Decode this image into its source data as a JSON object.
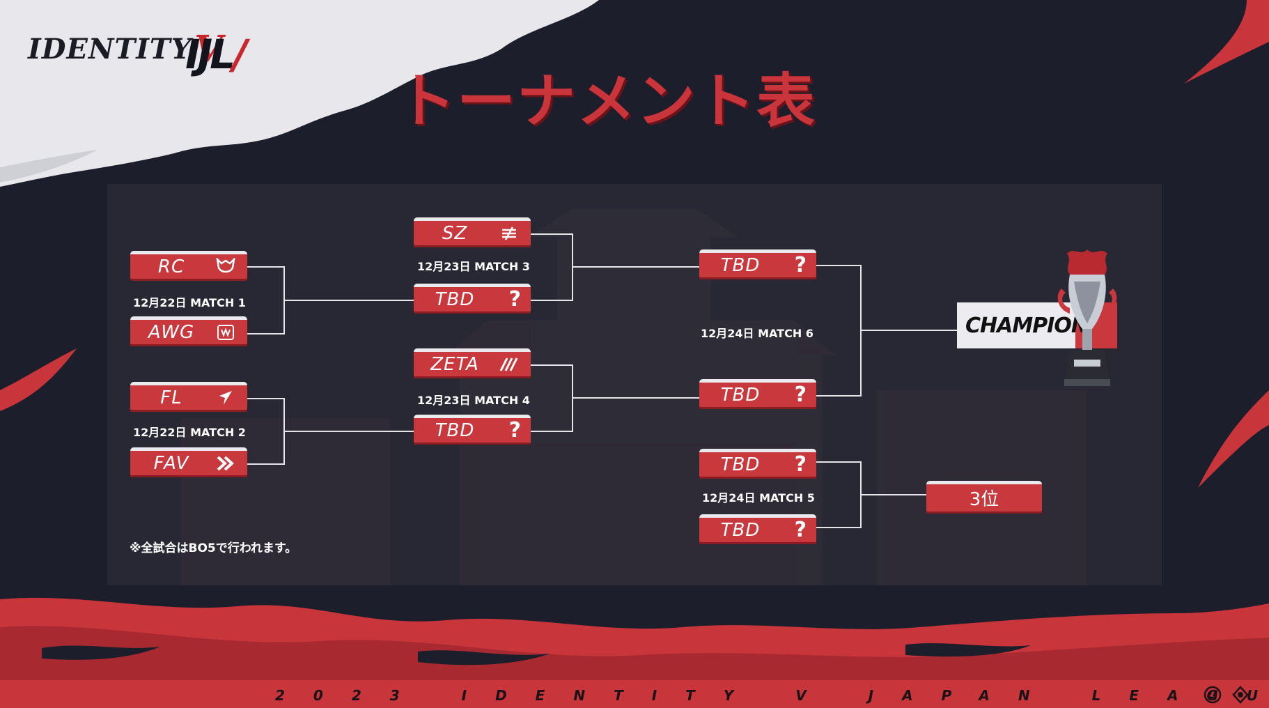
{
  "header": {
    "game_logo_text": "IDENTITY",
    "game_logo_suffix": "V",
    "league_logo_text": "IJL",
    "title": "トーナメント表"
  },
  "bracket": {
    "round1": {
      "match1": {
        "label": "12月22日 MATCH 1",
        "teams": [
          {
            "name": "RC",
            "icon": "rc-logo-icon"
          },
          {
            "name": "AWG",
            "icon": "awg-logo-icon"
          }
        ]
      },
      "match2": {
        "label": "12月22日 MATCH 2",
        "teams": [
          {
            "name": "FL",
            "icon": "fl-logo-icon"
          },
          {
            "name": "FAV",
            "icon": "fav-logo-icon"
          }
        ]
      }
    },
    "round2": {
      "match3": {
        "label": "12月23日 MATCH 3",
        "teams": [
          {
            "name": "SZ",
            "icon": "sz-logo-icon"
          },
          {
            "name": "TBD",
            "icon": "question-icon",
            "mark": "?"
          }
        ]
      },
      "match4": {
        "label": "12月23日 MATCH 4",
        "teams": [
          {
            "name": "ZETA",
            "icon": "zeta-logo-icon"
          },
          {
            "name": "TBD",
            "icon": "question-icon",
            "mark": "?"
          }
        ]
      }
    },
    "final": {
      "match6": {
        "label": "12月24日 MATCH 6",
        "teams": [
          {
            "name": "TBD",
            "mark": "?"
          },
          {
            "name": "TBD",
            "mark": "?"
          }
        ]
      }
    },
    "third_place": {
      "match5": {
        "label": "12月24日 MATCH 5",
        "teams": [
          {
            "name": "TBD",
            "mark": "?"
          },
          {
            "name": "TBD",
            "mark": "?"
          }
        ]
      }
    },
    "champion_label": "CHAMPION",
    "third_label": "3位"
  },
  "note": "※全試合はBO5で行われます。",
  "footer": {
    "text": "2023 IDENTITY V JAPAN LEAGUE"
  },
  "colors": {
    "accent_red": "#c8383d",
    "dark_bg": "#1c1d2a",
    "panel": "#30323c",
    "snow": "#e9e9ee"
  }
}
